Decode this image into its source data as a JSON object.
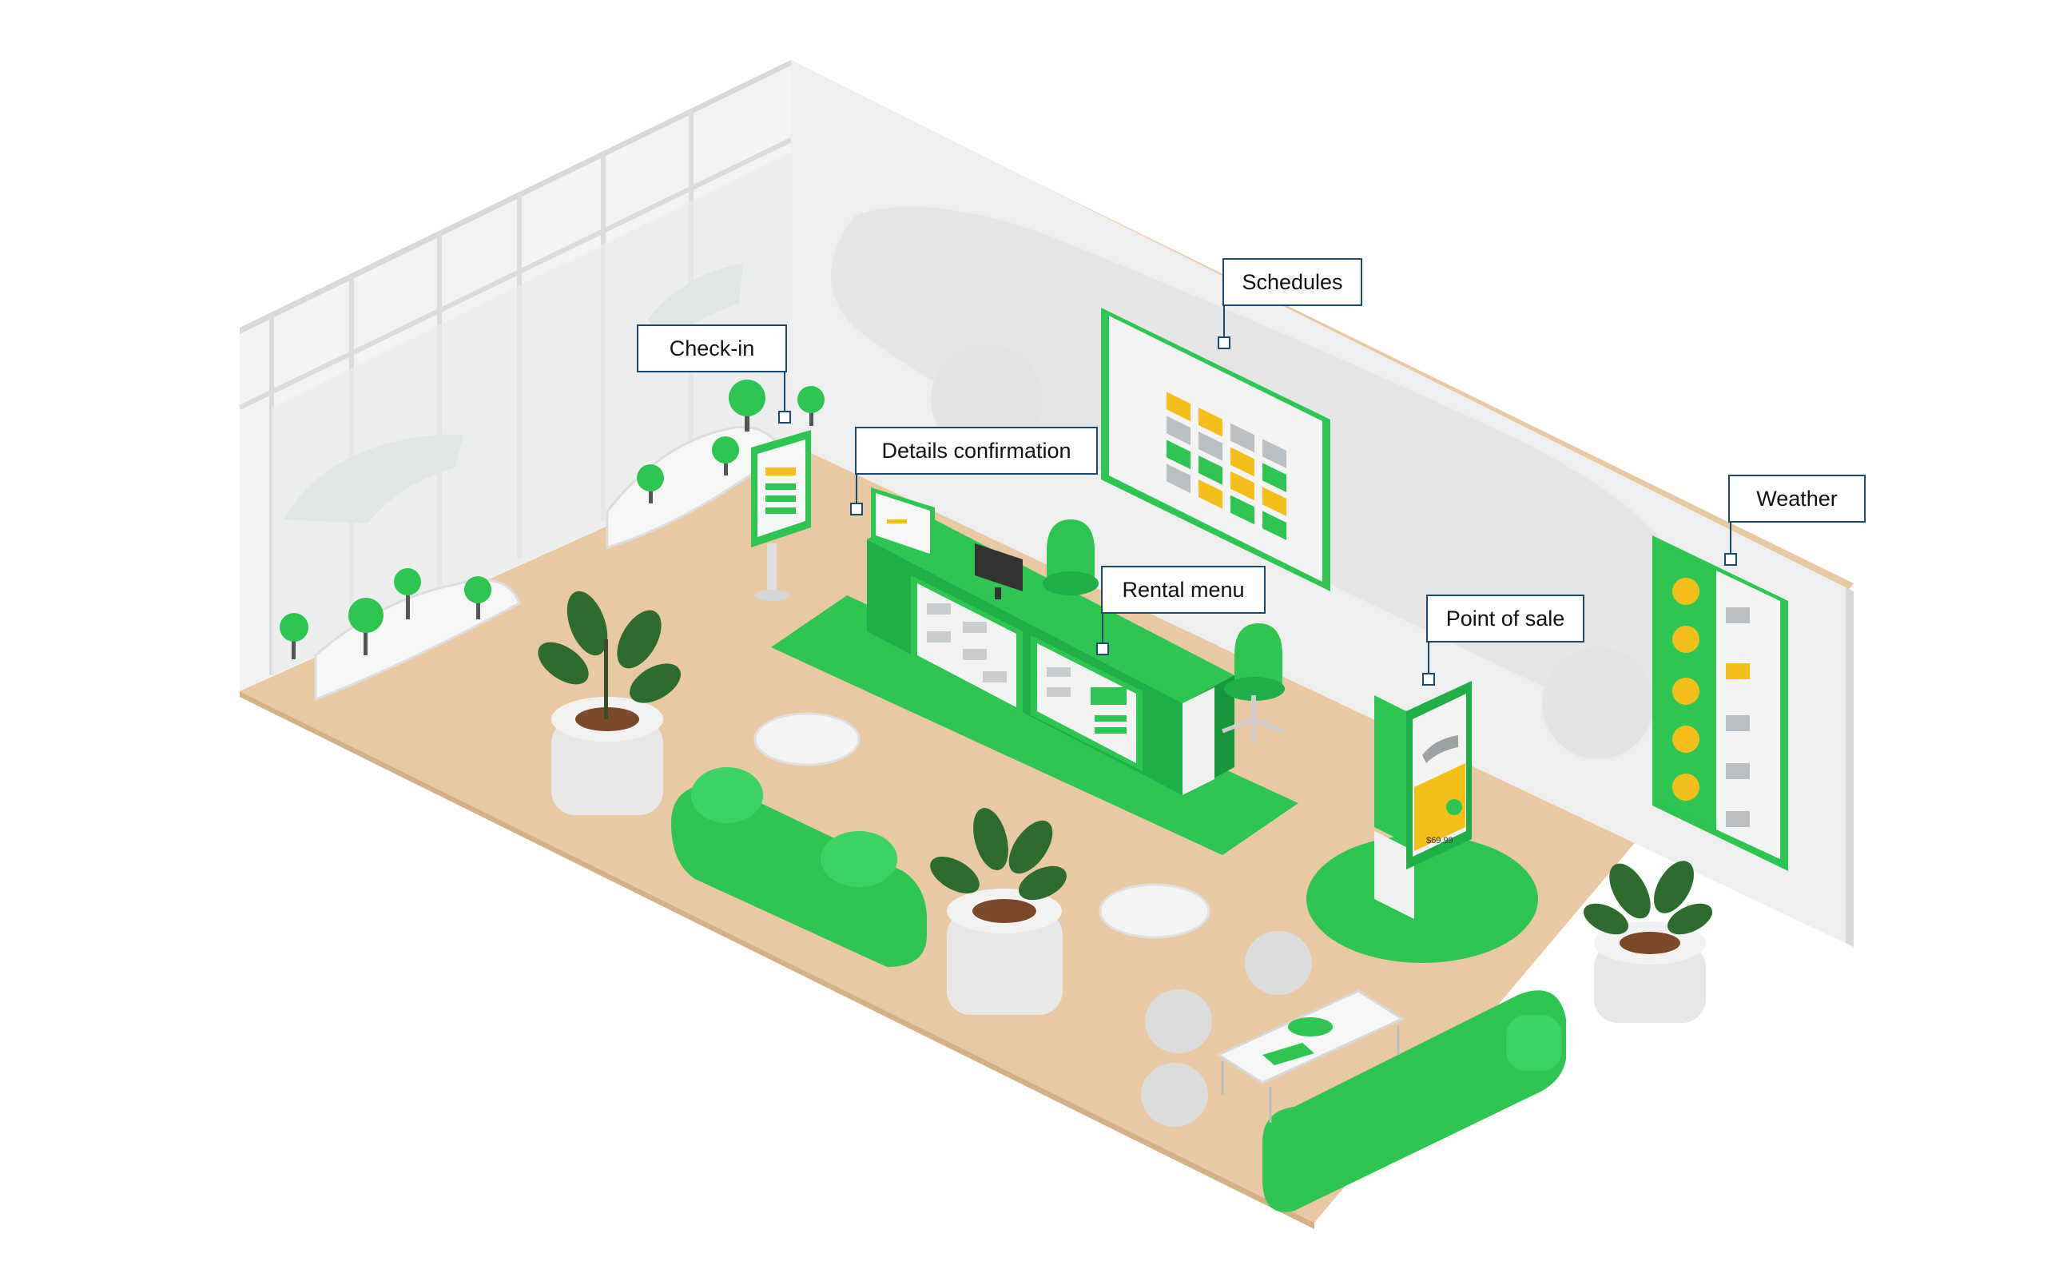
{
  "colors": {
    "accent_green": "#2ec553",
    "dark_green": "#1f9e3e",
    "floor": "#e8c9a3",
    "wall": "#eeeeee",
    "callout_border": "#1b4a6e",
    "yellow_tile": "#f4bf1a",
    "gray_tile": "#b9bfc3"
  },
  "callouts": {
    "check_in": "Check-in",
    "details_confirmation": "Details confirmation",
    "schedules": "Schedules",
    "rental_menu": "Rental menu",
    "point_of_sale": "Point of sale",
    "weather": "Weather"
  },
  "screens": {
    "pos_price": "$69.99"
  },
  "icons": [
    "plant-icon",
    "tree-icon",
    "car-icon",
    "chair-icon",
    "sofa-icon",
    "kiosk-icon",
    "monitor-icon"
  ]
}
